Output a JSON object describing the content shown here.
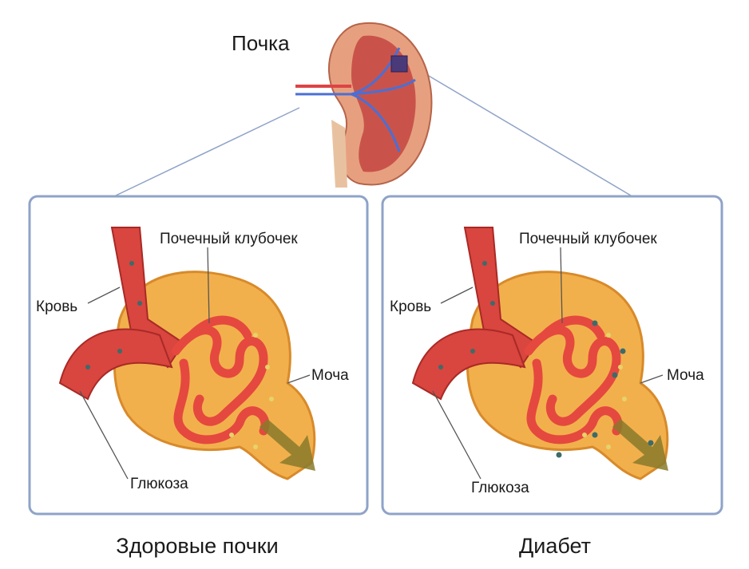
{
  "title": "Почка",
  "panels": [
    {
      "caption": "Здоровые почки",
      "labels": {
        "glomerulus": "Почечный клубочек",
        "blood": "Кровь",
        "urine": "Моча",
        "glucose": "Глюкоза"
      }
    },
    {
      "caption": "Диабет",
      "labels": {
        "glomerulus": "Почечный клубочек",
        "blood": "Кровь",
        "urine": "Моча",
        "glucose": "Глюкоза"
      }
    }
  ],
  "colors": {
    "frame": "#8fa3c8",
    "capsule": "#f2b04c",
    "vessel": "#d9453f",
    "glucose": "#3c6b6a",
    "arrow": "#8a7a2a"
  }
}
